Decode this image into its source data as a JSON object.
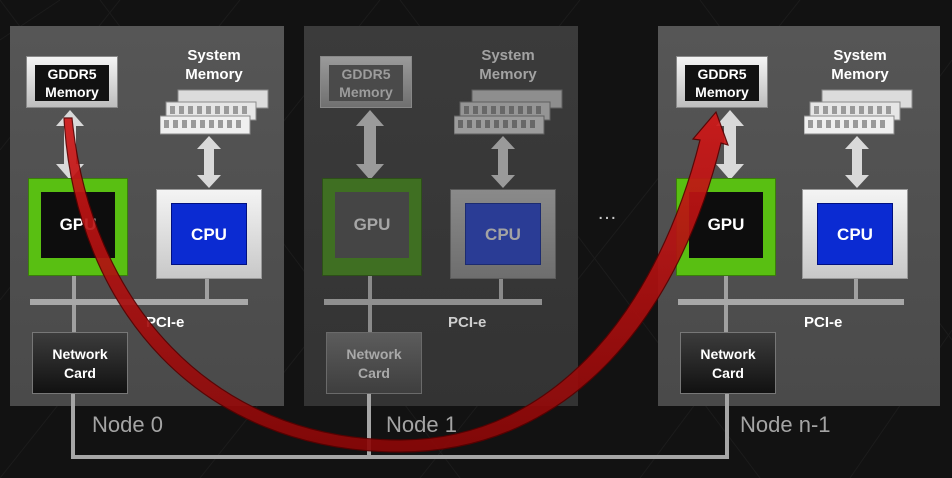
{
  "nodes": [
    {
      "label": "Node 0",
      "gddr5": {
        "line1": "GDDR5",
        "line2": "Memory"
      },
      "system_memory": {
        "line1": "System",
        "line2": "Memory"
      },
      "gpu": "GPU",
      "cpu": "CPU",
      "bus": "PCI-e",
      "network_card": {
        "line1": "Network",
        "line2": "Card"
      }
    },
    {
      "label": "Node 1",
      "gddr5": {
        "line1": "GDDR5",
        "line2": "Memory"
      },
      "system_memory": {
        "line1": "System",
        "line2": "Memory"
      },
      "gpu": "GPU",
      "cpu": "CPU",
      "bus": "PCI-e",
      "network_card": {
        "line1": "Network",
        "line2": "Card"
      }
    },
    {
      "label": "Node n-1",
      "gddr5": {
        "line1": "GDDR5",
        "line2": "Memory"
      },
      "system_memory": {
        "line1": "System",
        "line2": "Memory"
      },
      "gpu": "GPU",
      "cpu": "CPU",
      "bus": "PCI-e",
      "network_card": {
        "line1": "Network",
        "line2": "Card"
      }
    }
  ],
  "ellipsis": "…",
  "colors": {
    "gpu_green": "#59bf12",
    "cpu_blue": "#0b2bd2",
    "arrow_red": "#b30e0e",
    "background": "#121212"
  }
}
